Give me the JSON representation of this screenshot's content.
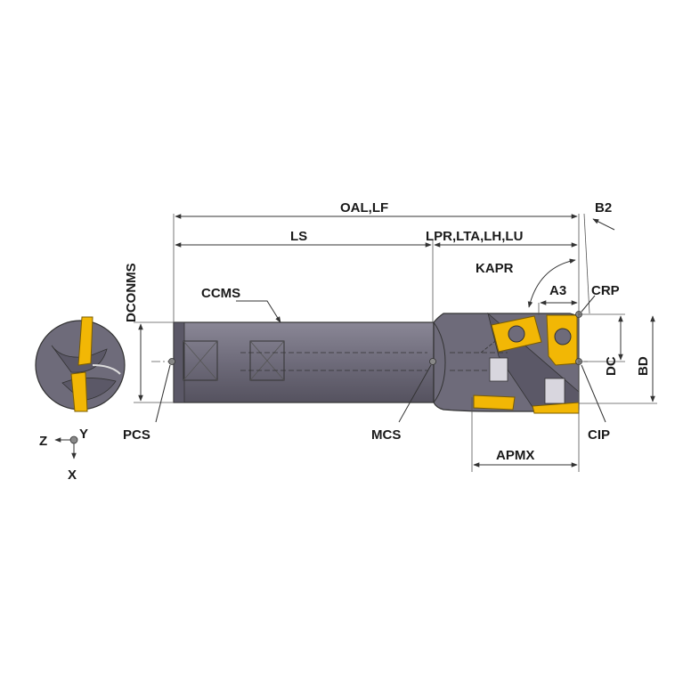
{
  "labels": {
    "oal_lf": "OAL,LF",
    "b2": "B2",
    "ls": "LS",
    "lpr": "LPR,LTA,LH,LU",
    "dconms": "DCONMS",
    "kapr": "KAPR",
    "a3": "A3",
    "crp": "CRP",
    "ccms": "CCMS",
    "dc": "DC",
    "bd": "BD",
    "pcs": "PCS",
    "mcs": "MCS",
    "cip": "CIP",
    "apmx": "APMX",
    "axis_z": "Z",
    "axis_y": "Y",
    "axis_x": "X"
  },
  "colors": {
    "body": "#6e6b7a",
    "body_dark": "#4f4c5a",
    "insert": "#f2b705",
    "line": "#333333"
  }
}
